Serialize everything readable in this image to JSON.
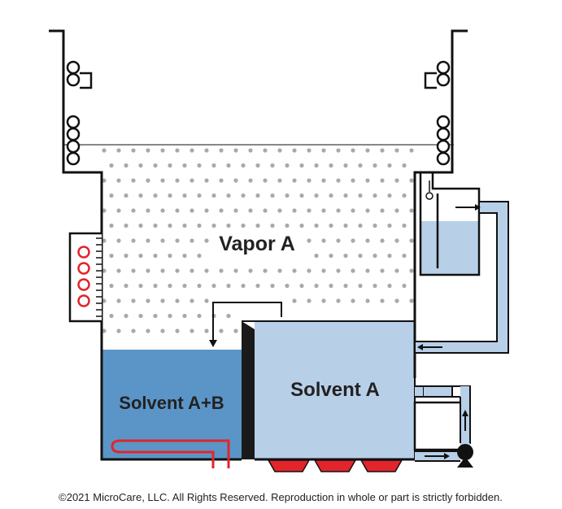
{
  "labels": {
    "vapor": "Vapor A",
    "solvent_a": "Solvent A",
    "solvent_ab": "Solvent A+B"
  },
  "copyright": "©2021 MicroCare, LLC. All Rights Reserved. Reproduction in whole or part is strictly forbidden.",
  "colors": {
    "outline": "#111111",
    "light_blue": "#b8cfe8",
    "dark_blue": "#5b95c7",
    "vapor_dot": "#a9a9a9",
    "heater_red": "#e2252b",
    "weir": "#1a1a1a"
  },
  "icons": [
    "cooling-coil-icon",
    "heater-coil-icon",
    "pump-icon",
    "filter-icon",
    "flow-arrow-icon",
    "float-switch-icon"
  ]
}
